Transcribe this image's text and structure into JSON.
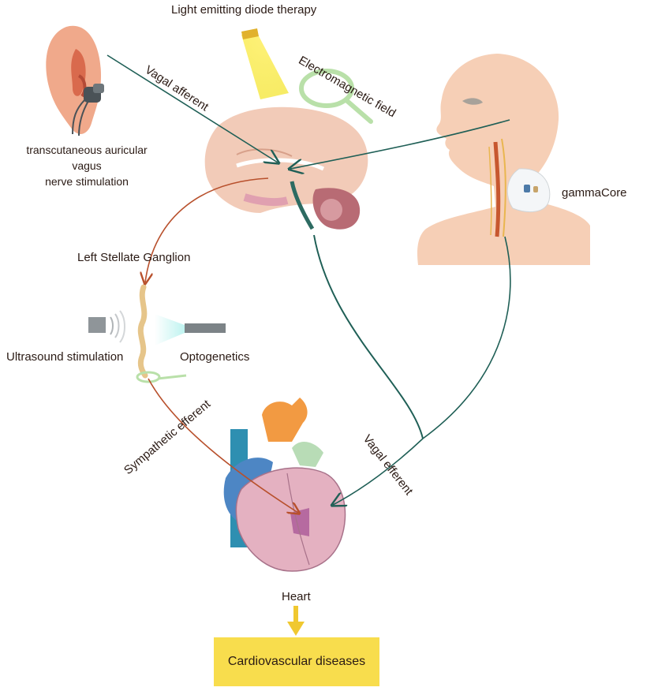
{
  "labels": {
    "led_therapy": "Light emitting diode therapy",
    "taVNS": [
      "transcutaneous auricular",
      "vagus",
      "nerve stimulation"
    ],
    "vagal_afferent": "Vagal afferent",
    "electromagnetic_field": "Electromagnetic field",
    "gammacore": "gammaCore",
    "left_stellate_ganglion": "Left Stellate Ganglion",
    "ultrasound_stimulation": "Ultrasound stimulation",
    "optogenetics": "Optogenetics",
    "sympathetic_efferent": "Sympathetic efferent",
    "vagal_efferent": "Vagal efferent",
    "heart": "Heart",
    "cardiovascular_diseases": "Cardiovascular diseases"
  },
  "colors": {
    "vagal_nerve": "#1f5f56",
    "sympathetic_nerve": "#b8502c",
    "led_light": "#f5e84a",
    "coil": "#b9e0a9",
    "skin": "#f6cfb6",
    "box": "#f8dd4d",
    "arrow": "#f0c830"
  },
  "icons": [
    "ear-icon",
    "earpiece-device-icon",
    "led-lamp-icon",
    "magnetic-coil-icon",
    "head-silhouette-icon",
    "gammacore-device-icon",
    "brain-icon",
    "ganglion-icon",
    "ultrasound-probe-icon",
    "optic-fiber-icon",
    "heart-icon"
  ]
}
